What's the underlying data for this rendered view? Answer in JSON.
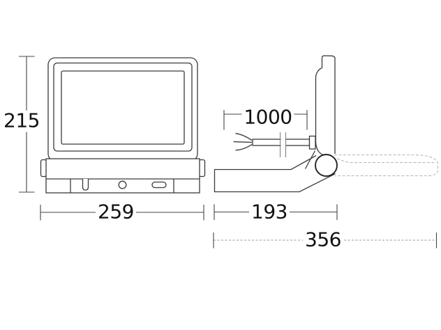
{
  "dimensions": {
    "height": "215",
    "width": "259",
    "cable_length": "1000",
    "arm_depth": "193",
    "overall_depth": "356"
  },
  "colors": {
    "line": "#3a3a3a",
    "dim_line": "#444444",
    "dashed_phantom": "#b5b5b5",
    "dashed_dim": "#999999",
    "text": "#111111",
    "background": "#ffffff"
  }
}
